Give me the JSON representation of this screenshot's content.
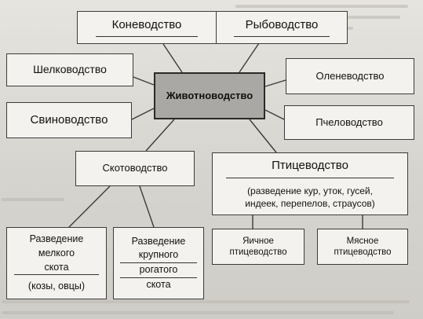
{
  "diagram": {
    "center": "Животноводство",
    "branches": {
      "horse": "Коневодство",
      "fish": "Рыбоводство",
      "silk": "Шелководство",
      "deer": "Оленеводство",
      "pig": "Свиноводство",
      "bee": "Пчеловодство",
      "cattle": "Скотоводство",
      "poultry": "Птицеводство"
    },
    "poultry_detail": {
      "line1": "(разведение кур, уток, гусей,",
      "line2": "индеек, перепелов, страусов)"
    },
    "small_cattle": {
      "line1": "Разведение",
      "line2": "мелкого",
      "line3": "скота",
      "line4": "(козы, овцы)"
    },
    "large_cattle": {
      "line1": "Разведение",
      "line2": "крупного",
      "line3": "рогатого",
      "line4": "скота"
    },
    "egg_poultry": {
      "line1": "Яичное",
      "line2": "птицеводство"
    },
    "meat_poultry": {
      "line1": "Мясное",
      "line2": "птицеводство"
    }
  },
  "colors": {
    "box_fill": "#f3f2ee",
    "center_fill": "#a9a8a4",
    "line": "#3b3b3b"
  }
}
